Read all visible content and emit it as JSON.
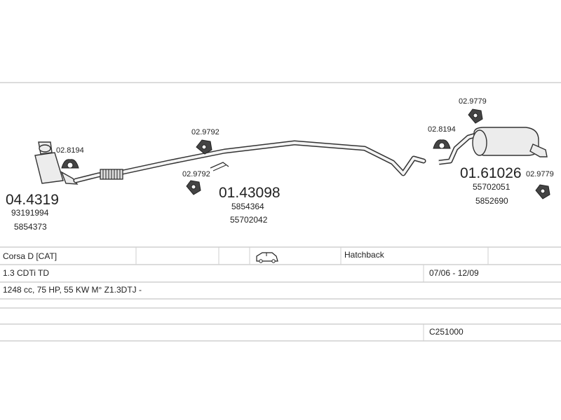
{
  "parts": {
    "cat_label": "04.4319",
    "cat_ref1": "93191994",
    "cat_ref2": "5854373",
    "gasket_left": "02.8194",
    "hanger_top": "02.9792",
    "hanger_bottom": "02.9792",
    "pipe_label": "01.43098",
    "pipe_ref1": "5854364",
    "pipe_ref2": "55702042",
    "hanger_right_top": "02.9779",
    "gasket_right": "02.8194",
    "muffler_label": "01.61026",
    "muffler_ref1": "55702051",
    "muffler_ref2": "5852690",
    "hanger_right_bottom": "02.9779"
  },
  "vehicle": {
    "model": "Corsa D  [CAT]",
    "body_type": "Hatchback",
    "engine": "1.3 CDTi TD",
    "years": "07/06 - 12/09",
    "details": "1248 cc, 75 HP, 55 KW M° Z1.3DTJ -",
    "code": "C251000",
    "car_icon": "hatchback-car-icon"
  }
}
